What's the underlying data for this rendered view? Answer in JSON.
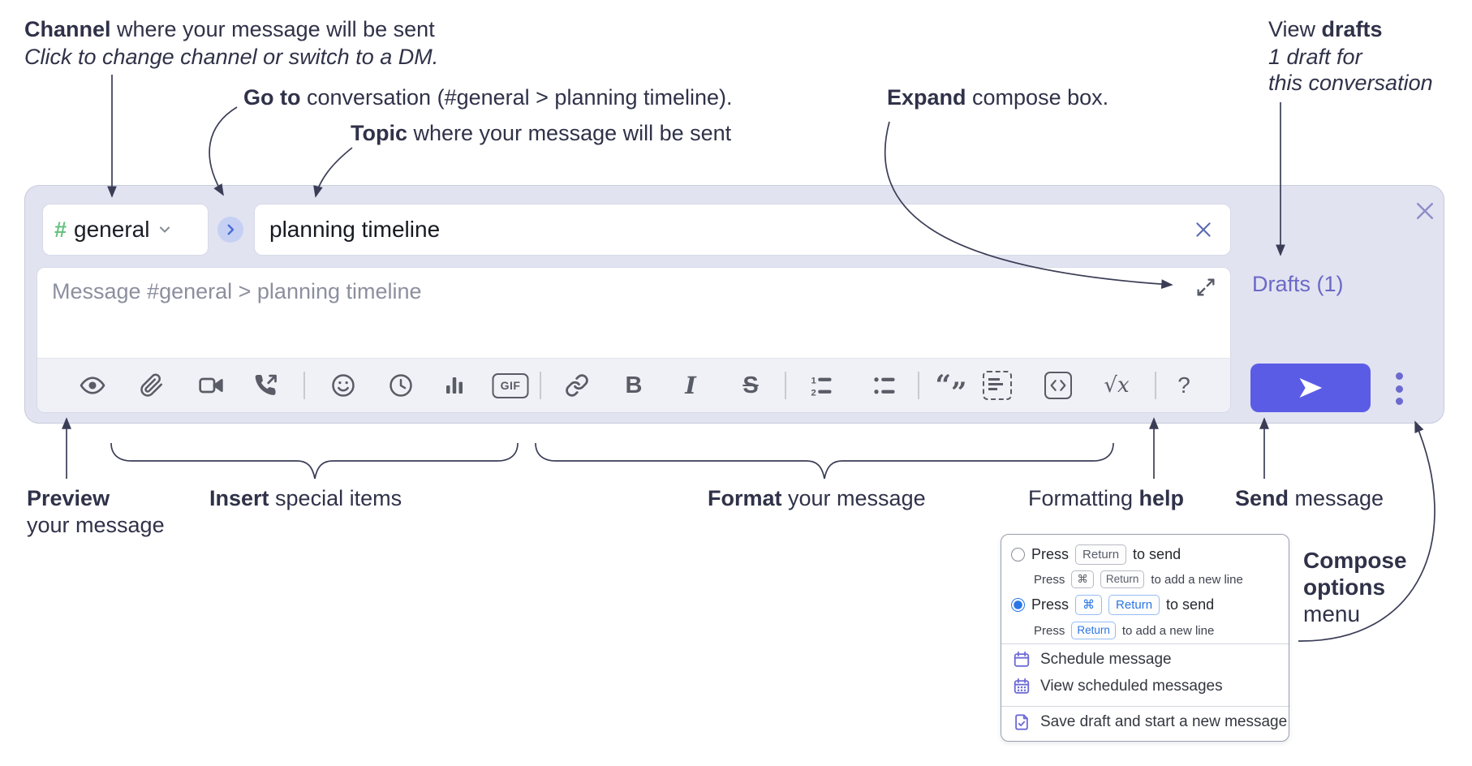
{
  "annotations": {
    "channel": {
      "bold": "Channel",
      "rest": " where your message will be sent",
      "sub": "Click to change channel or switch to a DM."
    },
    "goto": {
      "bold": "Go to",
      "rest": " conversation (#general > planning timeline)."
    },
    "topic": {
      "bold": "Topic",
      "rest": " where your message will be sent"
    },
    "expand": {
      "bold": "Expand",
      "rest": " compose box."
    },
    "drafts": {
      "pre": "View ",
      "bold": "drafts",
      "sub1": "1 draft for",
      "sub2": "this conversation"
    },
    "preview": {
      "bold": "Preview",
      "line2": "your message"
    },
    "insert": {
      "bold": "Insert",
      "rest": " special items"
    },
    "format": {
      "bold": "Format",
      "rest": " your message"
    },
    "help": {
      "pre": "Formatting ",
      "bold": "help"
    },
    "send": {
      "bold": "Send",
      "rest": " message"
    },
    "compose_options": {
      "bold1": "Compose",
      "bold2": "options",
      "rest": "menu"
    }
  },
  "compose": {
    "channel_selector": {
      "hash": "#",
      "label": "general"
    },
    "topic_input": {
      "value": "planning timeline"
    },
    "message_input": {
      "placeholder": "Message #general > planning timeline"
    },
    "drafts_link": "Drafts (1)",
    "toolbar": {
      "gif_label": "GIF",
      "bold_label": "B",
      "italic_label": "I",
      "strike_label": "S",
      "quote_open": "“",
      "quote_close": "”",
      "math_label": "√x",
      "help_label": "?",
      "ol_num1": "1",
      "ol_num2": "2"
    }
  },
  "popup": {
    "option1": {
      "press": "Press",
      "key": "Return",
      "after": "to send",
      "sub_press": "Press",
      "sub_key1": "⌘",
      "sub_key2": "Return",
      "sub_after": "to add a new line"
    },
    "option2": {
      "press": "Press",
      "key1": "⌘",
      "key2": "Return",
      "after": "to send",
      "sub_press": "Press",
      "sub_key": "Return",
      "sub_after": "to add a new line"
    },
    "items": [
      {
        "label": "Schedule message"
      },
      {
        "label": "View scheduled messages"
      },
      {
        "label": "Save draft and start a new message"
      }
    ]
  },
  "colors": {
    "container_bg": "#e1e3f1",
    "hash_green": "#66c17f",
    "goto_circle_bg": "#c6d0f3",
    "goto_chevron": "#4a6ed8",
    "send_button": "#5b5ce6",
    "drafts_link": "#6b69c6",
    "kebab_dots": "#6c6ad0",
    "close_x": "#8f8ec9",
    "toolbar_icon": "#595c66",
    "annotation_text": "#2f3248",
    "blue_key": "#2a76e6",
    "menu_icon_purple": "#6e6bd6"
  }
}
